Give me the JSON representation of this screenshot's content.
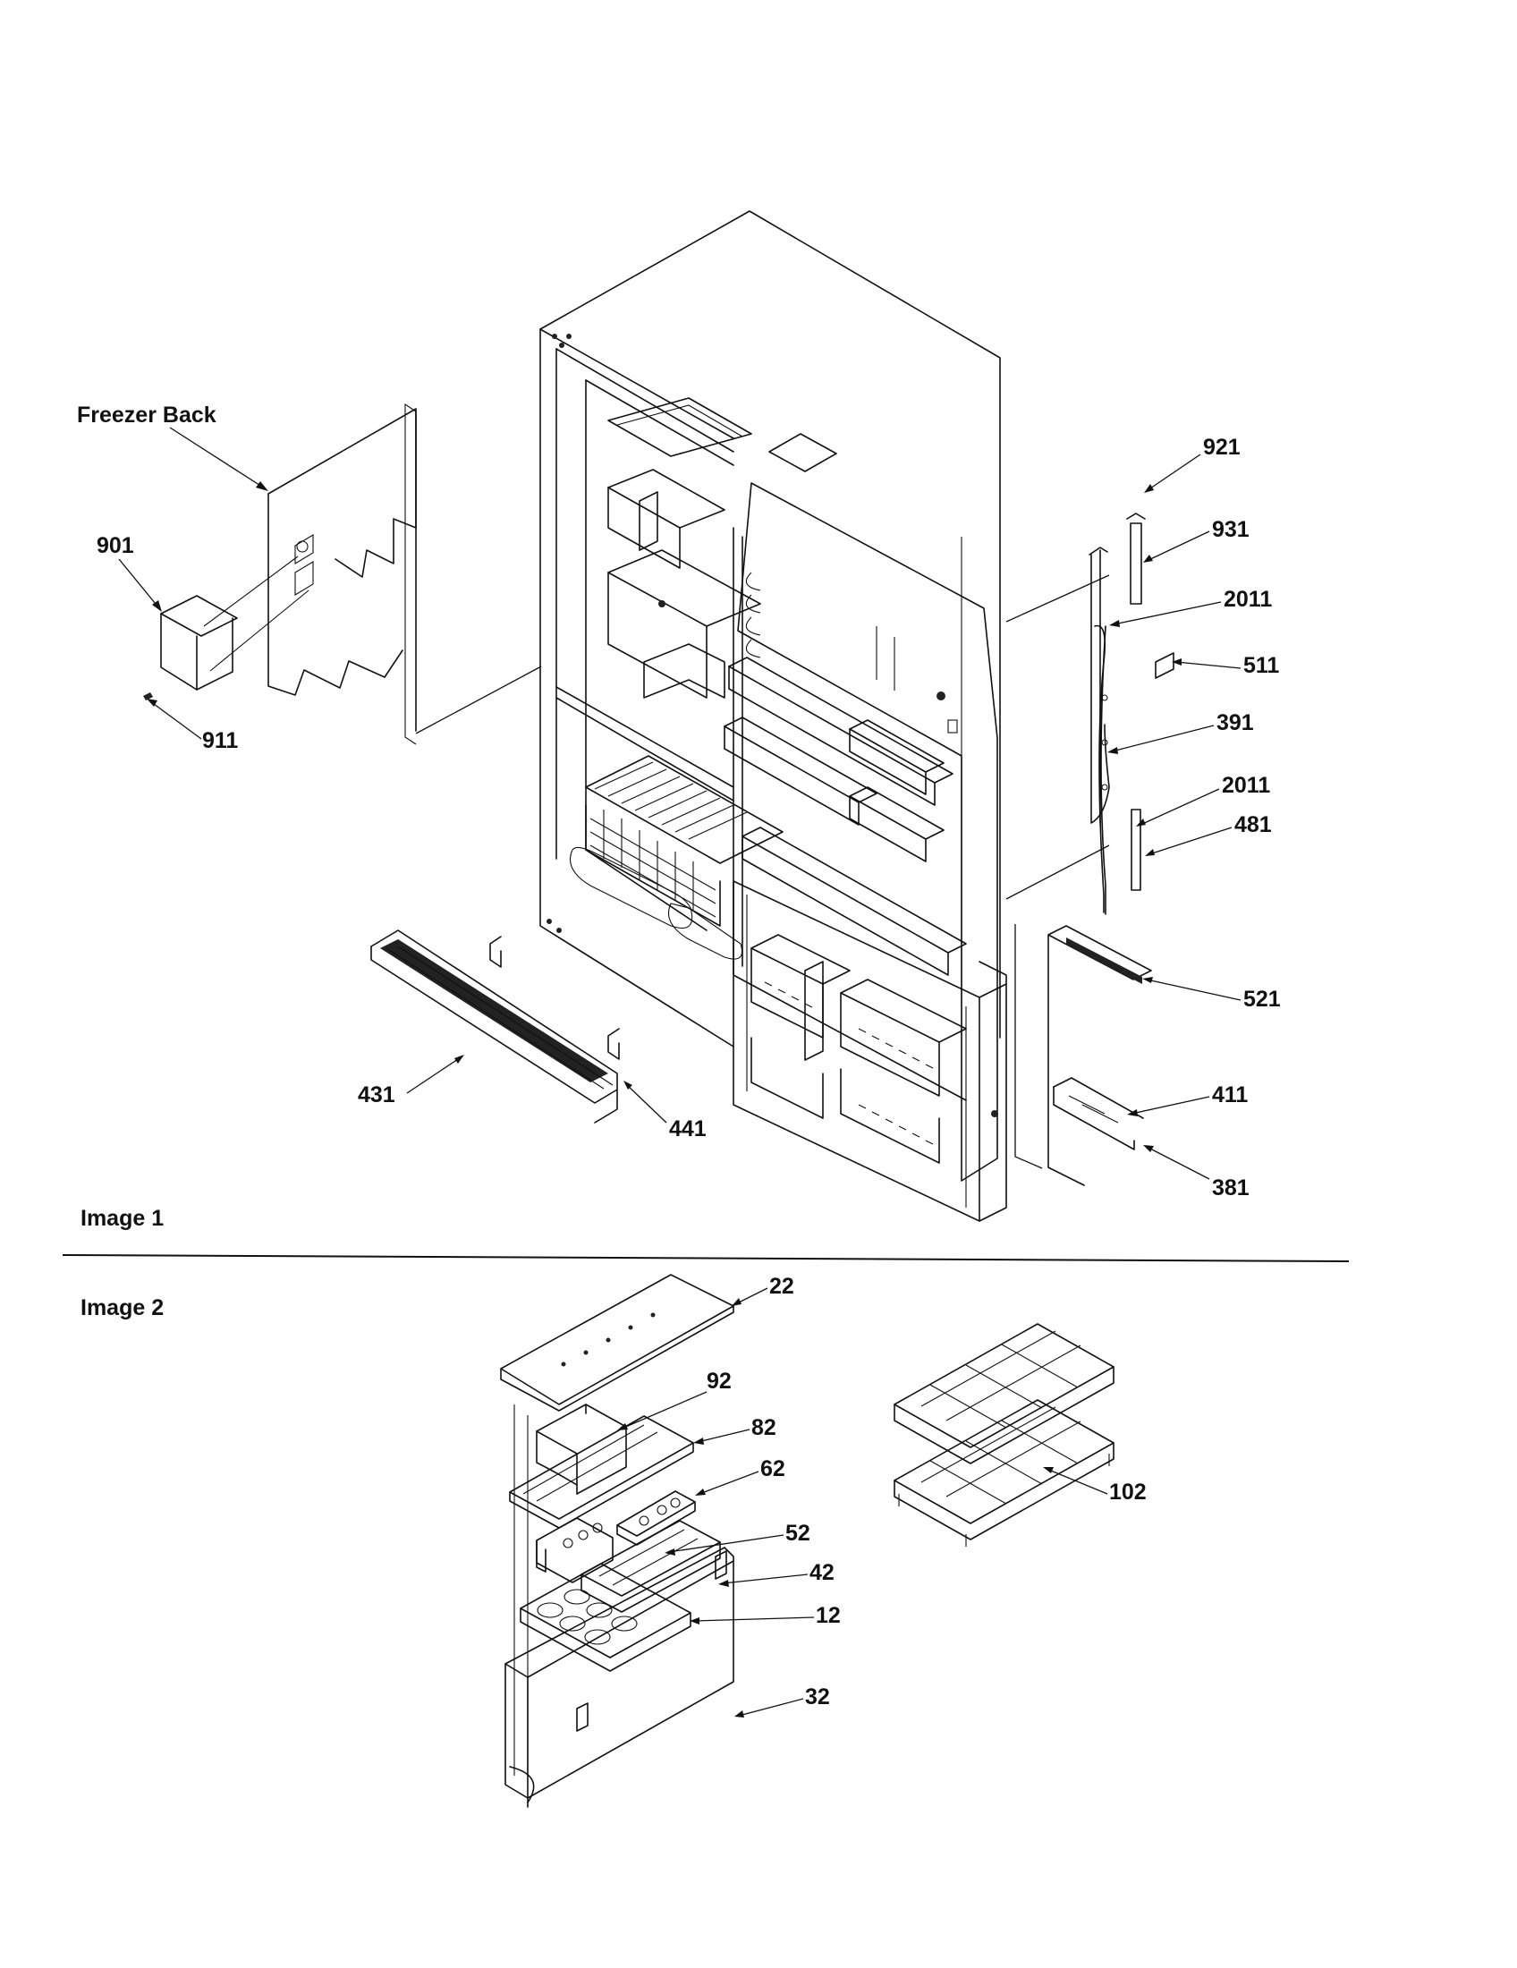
{
  "sections": {
    "image1": "Image 1",
    "image2": "Image 2"
  },
  "labels": {
    "freezer_back": "Freezer Back",
    "p901": "901",
    "p911": "911",
    "p921": "921",
    "p931": "931",
    "p2011_top": "2011",
    "p511": "511",
    "p391": "391",
    "p2011_bottom": "2011",
    "p481": "481",
    "p521": "521",
    "p411": "411",
    "p381": "381",
    "p431": "431",
    "p441": "441",
    "p22": "22",
    "p92": "92",
    "p82": "82",
    "p62": "62",
    "p52": "52",
    "p42": "42",
    "p12": "12",
    "p32": "32",
    "p102": "102"
  }
}
